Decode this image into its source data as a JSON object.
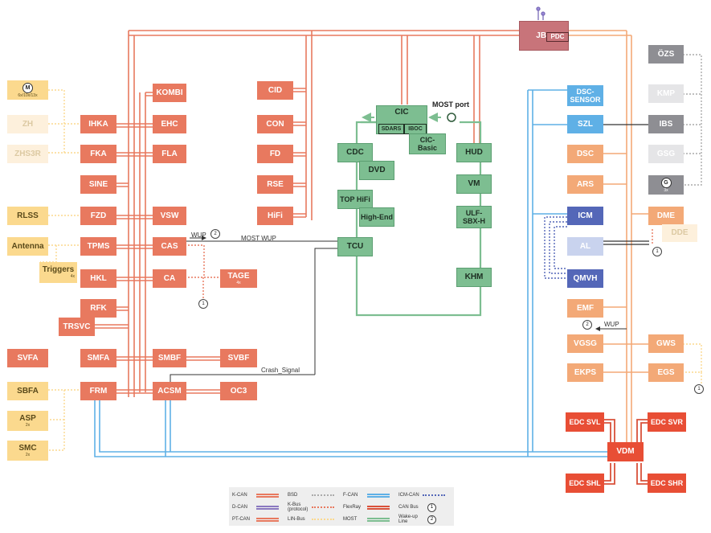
{
  "nodes": {
    "jbe": "JBE",
    "pdc": "PDC",
    "kombi": "KOMBI",
    "ehc": "EHC",
    "fla": "FLA",
    "vsw": "VSW",
    "cas": "CAS",
    "ca": "CA",
    "smbf": "SMBF",
    "acsm": "ACSM",
    "ihka": "IHKA",
    "fka": "FKA",
    "sine": "SINE",
    "fzd": "FZD",
    "tpms": "TPMS",
    "hkl": "HKL",
    "rfk": "RFK",
    "trsvc": "TRSVC",
    "smfa": "SMFA",
    "frm": "FRM",
    "cid": "CID",
    "con": "CON",
    "fd": "FD",
    "rse": "RSE",
    "hifi": "HiFi",
    "tage": "TAGE",
    "tage_sub": "4x",
    "svbf": "SVBF",
    "oc3": "OC3",
    "m_icon": "M",
    "m_sub": "6x/10x/13x",
    "zh": "ZH",
    "zhs3r": "ZHS3R",
    "rlss": "RLSS",
    "antenna": "Antenna",
    "triggers": "Triggers",
    "triggers_sub": "4x",
    "svfa": "SVFA",
    "sbfa": "SBFA",
    "asp": "ASP",
    "asp_sub": "2x",
    "smc": "SMC",
    "smc_sub": "2x",
    "cic": "CIC",
    "sdars": "SDARS",
    "iboc": "IBOC",
    "cic_basic": "CIC-\nBasic",
    "cdc": "CDC",
    "dvd": "DVD",
    "top_hifi": "TOP HiFi",
    "high_end": "High-End",
    "tcu": "TCU",
    "hud": "HUD",
    "vm": "VM",
    "ulf": "ULF-\nSBX-H",
    "khm": "KHM",
    "dsc_sensor": "DSC-\nSENSOR",
    "szl": "SZL",
    "dsc": "DSC",
    "ars": "ARS",
    "icm": "ICM",
    "al": "AL",
    "qmvh": "QMVH",
    "emf": "EMF",
    "vgsg": "VGSG",
    "ekps": "EKPS",
    "ozs": "ÖZS",
    "kmp": "KMP",
    "ibs": "IBS",
    "gsg": "GSG",
    "g_icon": "G",
    "g_sub": "3x",
    "dme": "DME",
    "dde": "DDE",
    "gws": "GWS",
    "egs": "EGS",
    "edc_svl": "EDC SVL",
    "edc_svr": "EDC SVR",
    "vdm": "VDM",
    "edc_shl": "EDC SHL",
    "edc_shr": "EDC SHR"
  },
  "labels": {
    "most_port": "MOST port",
    "wup_left": "WUP",
    "most_wup": "MOST WUP",
    "crash_signal": "Crash_Signal",
    "wup_right": "WUP",
    "circle_1": "1",
    "circle_2": "2"
  },
  "legend": [
    {
      "name": "K-CAN",
      "color": "#e8795f",
      "style": "double"
    },
    {
      "name": "BSD",
      "color": "#aaaaaa",
      "style": "dotted"
    },
    {
      "name": "F-CAN",
      "color": "#5fb0e6",
      "style": "double"
    },
    {
      "name": "ICM-CAN",
      "color": "#5467b8",
      "style": "dotted"
    },
    {
      "name": "D-CAN",
      "color": "#8a78c0",
      "style": "double"
    },
    {
      "name": "K-Bus\n(protocol)",
      "color": "#e8795f",
      "style": "dotted"
    },
    {
      "name": "FlexRay",
      "color": "#d9513a",
      "style": "double"
    },
    {
      "name": "CAN Bus",
      "color": "#333333",
      "style": "circle1"
    },
    {
      "name": "PT-CAN",
      "color": "#e8795f",
      "style": "double"
    },
    {
      "name": "LIN-Bus",
      "color": "#fbd98e",
      "style": "dotted"
    },
    {
      "name": "MOST",
      "color": "#7dbe91",
      "style": "double"
    },
    {
      "name": "Wake-up Line",
      "color": "#333333",
      "style": "circle2"
    }
  ],
  "colors": {
    "k_can": "#e8795f",
    "pt_can": "#f3a977",
    "f_can": "#5fb0e6",
    "icm_can": "#5467b8",
    "most": "#7dbe91",
    "lin": "#fbd98e",
    "bsd": "#aaaaaa",
    "flexray": "#d9513a",
    "jbe": "#c8747a"
  }
}
